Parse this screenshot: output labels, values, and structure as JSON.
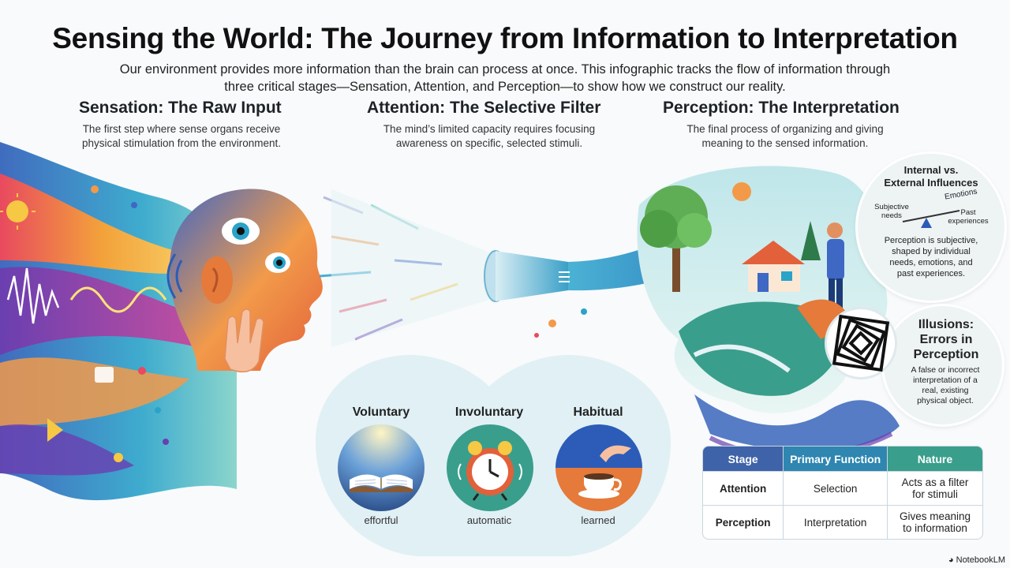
{
  "header": {
    "title": "Sensing the World: The Journey from Information to Interpretation",
    "subtitle_line1": "Our environment provides more information than the brain can process at once. This infographic tracks the flow of information through",
    "subtitle_line2": "three critical stages—Sensation, Attention, and Perception—to show how we construct our reality."
  },
  "sections": [
    {
      "title": "Sensation: The Raw Input",
      "desc_line1": "The first step where sense organs receive",
      "desc_line2": "physical stimulation from the environment."
    },
    {
      "title": "Attention: The Selective Filter",
      "desc_line1": "The mind’s limited capacity requires focusing",
      "desc_line2": "awareness on specific, selected stimuli."
    },
    {
      "title": "Perception: The Interpretation",
      "desc_line1": "The final process of organizing and giving",
      "desc_line2": "meaning to the sensed information."
    }
  ],
  "influences": {
    "title_line1": "Internal vs.",
    "title_line2": "External Influences",
    "scale_left_line1": "Subjective",
    "scale_left_line2": "needs",
    "scale_top": "Emotions",
    "scale_right_line1": "Past",
    "scale_right_line2": "experiences",
    "body": [
      "Perception is subjective,",
      "shaped by individual",
      "needs, emotions, and",
      "past experiences."
    ]
  },
  "illusions": {
    "title": [
      "Illusions:",
      "Errors in",
      "Perception"
    ],
    "body": [
      "A false or incorrect",
      "interpretation of a",
      "real, existing",
      "physical object."
    ]
  },
  "attention_types": [
    {
      "label": "Voluntary",
      "sub": "effortful",
      "icon": "open-book-icon"
    },
    {
      "label": "Involuntary",
      "sub": "automatic",
      "icon": "alarm-clock-icon"
    },
    {
      "label": "Habitual",
      "sub": "learned",
      "icon": "coffee-cup-icon"
    }
  ],
  "table": {
    "headers": [
      "Stage",
      "Primary Function",
      "Nature"
    ],
    "rows": [
      {
        "stage": "Attention",
        "function": "Selection",
        "nature_line1": "Acts as a filter",
        "nature_line2": "for stimuli"
      },
      {
        "stage": "Perception",
        "function": "Interpretation",
        "nature_line1": "Gives meaning",
        "nature_line2": "to information"
      }
    ],
    "header_colors": [
      "#3f63a8",
      "#2f86b0",
      "#3a9e8c"
    ]
  },
  "logo": "NotebookLM",
  "colors": {
    "accent_blue": "#2f86b0",
    "accent_teal": "#3a9e8c",
    "accent_orange": "#e8833a"
  }
}
